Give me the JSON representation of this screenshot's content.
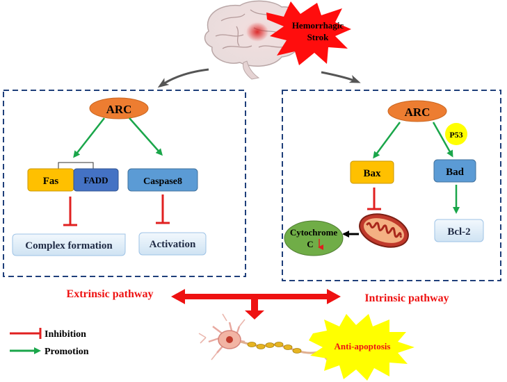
{
  "title": "Hemorrhagic Strok",
  "colors": {
    "arc": "#ed7d31",
    "fas": "#ffc000",
    "fadd": "#4472c4",
    "blue_box": "#5b9bd5",
    "light_box": "#ddebf7",
    "p53": "#ffff00",
    "cytochrome": "#70ad47",
    "inhibit": "#e02020",
    "promote": "#1aa64a",
    "pathway": "#ee1111",
    "panel_border": "#1f3f7a"
  },
  "extrinsic": {
    "arc": "ARC",
    "fas": "Fas",
    "fadd": "FADD",
    "caspase8": "Caspase8",
    "complex_formation": "Complex formation",
    "activation": "Activation"
  },
  "intrinsic": {
    "arc": "ARC",
    "bax": "Bax",
    "bad": "Bad",
    "p53": "P53",
    "cytochrome_line1": "Cytochrome",
    "cytochrome_line2": "C",
    "bcl2": "Bcl-2"
  },
  "pathways": {
    "extrinsic": "Extrinsic pathway",
    "intrinsic": "Intrinsic pathway",
    "outcome": "Anti-apoptosis"
  },
  "legend": {
    "inhibition": "Inhibition",
    "promotion": "Promotion"
  },
  "icons": [
    "brain-icon",
    "mitochondrion-icon",
    "neuron-icon"
  ]
}
